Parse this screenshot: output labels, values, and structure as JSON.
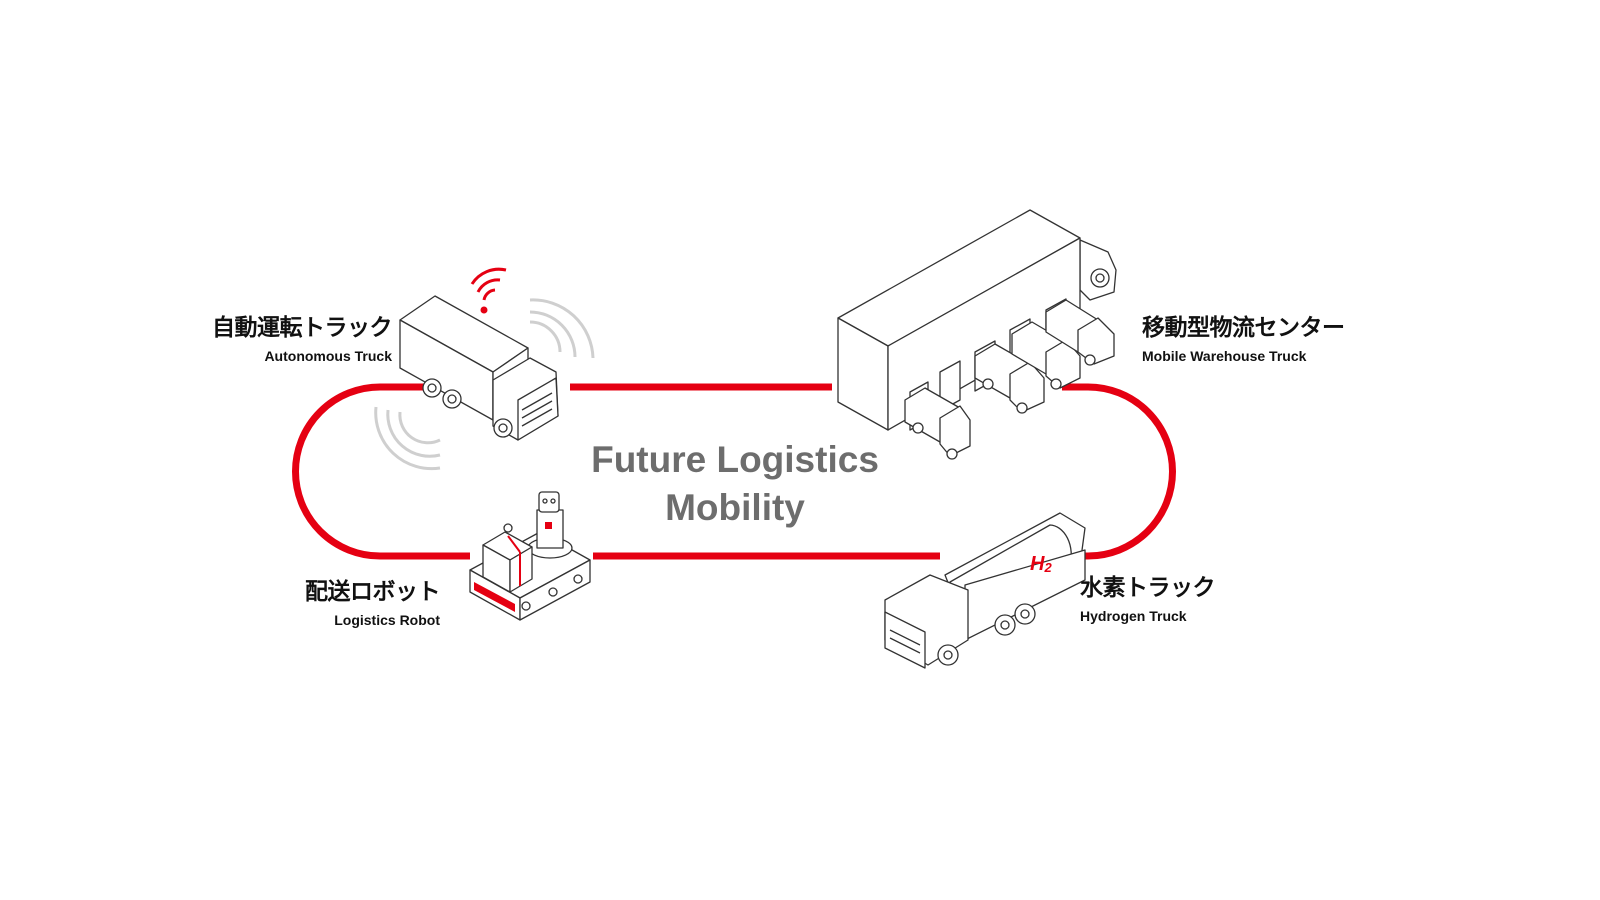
{
  "title": {
    "line1": "Future Logistics",
    "line2": "Mobility"
  },
  "colors": {
    "accent": "#e50012",
    "line_art": "#333333",
    "signal_gray": "#cfcfcf",
    "title_gray": "#6d6d6d",
    "label_text": "#111111"
  },
  "items": [
    {
      "id": "autonomous-truck",
      "label_ja": "自動運転トラック",
      "label_en": "Autonomous Truck",
      "icon": "truck-with-wireless-signal-icon"
    },
    {
      "id": "mobile-warehouse",
      "label_ja": "移動型物流センター",
      "label_en": "Mobile Warehouse Truck",
      "icon": "warehouse-truck-icon"
    },
    {
      "id": "logistics-robot",
      "label_ja": "配送ロボット",
      "label_en": "Logistics Robot",
      "icon": "delivery-robot-icon"
    },
    {
      "id": "hydrogen-truck",
      "label_ja": "水素トラック",
      "label_en": "Hydrogen Truck",
      "icon": "hydrogen-tanker-icon",
      "badge": "H2"
    }
  ]
}
